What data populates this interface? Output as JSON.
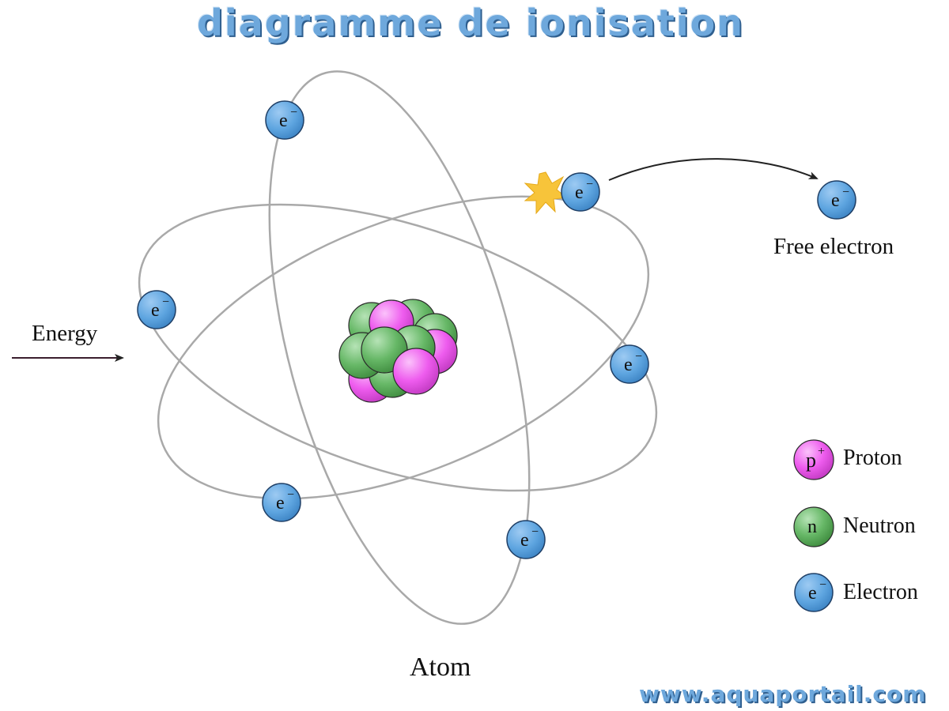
{
  "title": "diagramme de ionisation",
  "labels": {
    "energy": "Energy",
    "free_electron": "Free electron",
    "atom": "Atom"
  },
  "particle_symbols": {
    "electron": "e",
    "electron_charge": "−",
    "proton": "p",
    "proton_charge": "+",
    "neutron": "n"
  },
  "legend": {
    "proton": "Proton",
    "neutron": "Neutron",
    "electron": "Electron"
  },
  "watermark": "www.aquaportail.com",
  "colors": {
    "title": "#6ea8dc",
    "electron": "#5ea5e0",
    "proton": "#ee5cee",
    "neutron": "#67b867",
    "orbit": "#a9a9a9",
    "spark": "#f7c43a"
  }
}
